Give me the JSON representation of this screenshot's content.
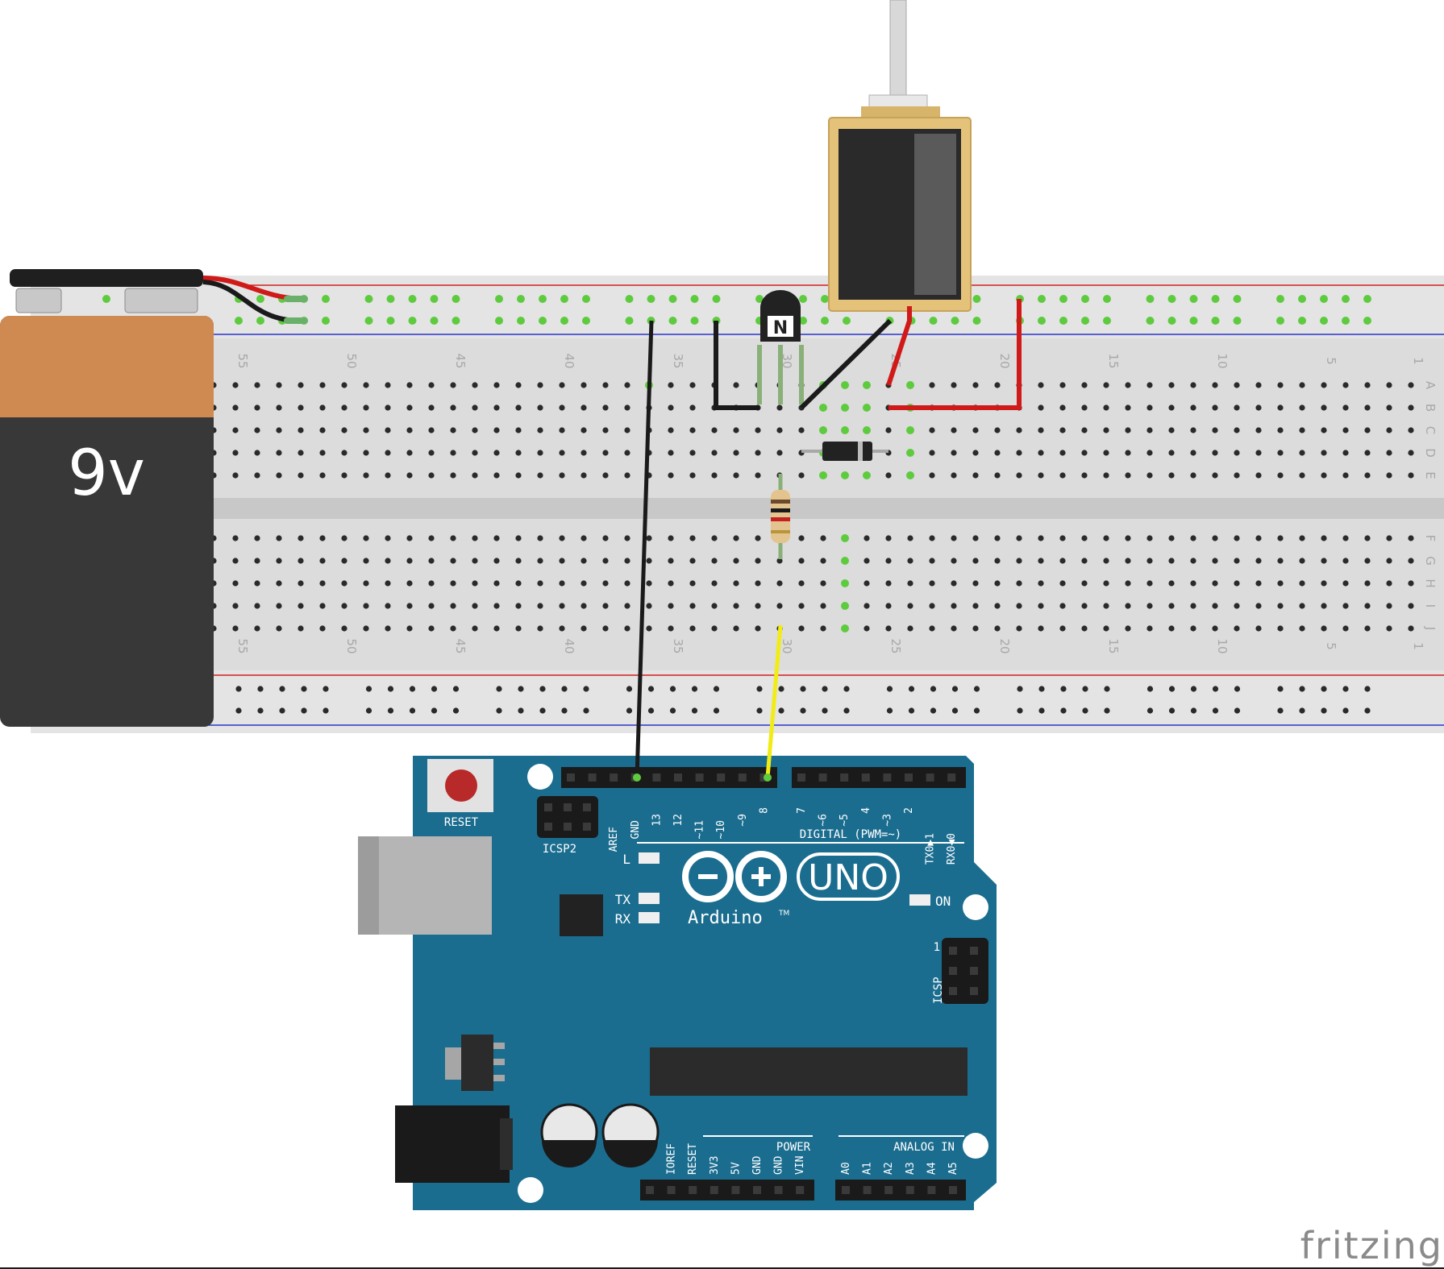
{
  "battery": {
    "label": "9v"
  },
  "transistor": {
    "label": "N"
  },
  "breadboard": {
    "column_numbers": [
      "55",
      "50",
      "45",
      "40",
      "35",
      "30",
      "25",
      "20",
      "15",
      "10",
      "5",
      "1"
    ],
    "row_letters_top": [
      "A",
      "B",
      "C",
      "D",
      "E"
    ],
    "row_letters_bottom": [
      "F",
      "G",
      "H",
      "I",
      "J"
    ]
  },
  "arduino": {
    "reset_label": "RESET",
    "icsp2_label": "ICSP2",
    "icsp_label": "ICSP",
    "icsp_pin1": "1",
    "digital_pins": [
      "AREF",
      "GND",
      "13",
      "12",
      "~11",
      "~10",
      "~9",
      "8",
      "7",
      "~6",
      "~5",
      "4",
      "~3",
      "2",
      "TX0▶1",
      "RX0◀0"
    ],
    "digital_header": "DIGITAL (PWM=~)",
    "led_l": "L",
    "led_tx": "TX",
    "led_rx": "RX",
    "led_on": "ON",
    "brand": "Arduino",
    "model": "UNO",
    "trademark": "TM",
    "power_header": "POWER",
    "power_pins": [
      "IOREF",
      "RESET",
      "3V3",
      "5V",
      "GND",
      "GND",
      "VIN"
    ],
    "analog_header": "ANALOG IN",
    "analog_pins": [
      "A0",
      "A1",
      "A2",
      "A3",
      "A4",
      "A5"
    ]
  },
  "watermark": "fritzing",
  "colors": {
    "wire_red": "#d01a1a",
    "wire_black": "#1a1a1a",
    "wire_yellow": "#f1ec15",
    "arduino_blue": "#1b6d8f",
    "breadboard": "#dcdcdc",
    "battery_orange": "#cf8a52",
    "battery_body": "#383838",
    "solenoid_frame": "#e4c27a",
    "connected_hole": "#5ecb3f"
  }
}
